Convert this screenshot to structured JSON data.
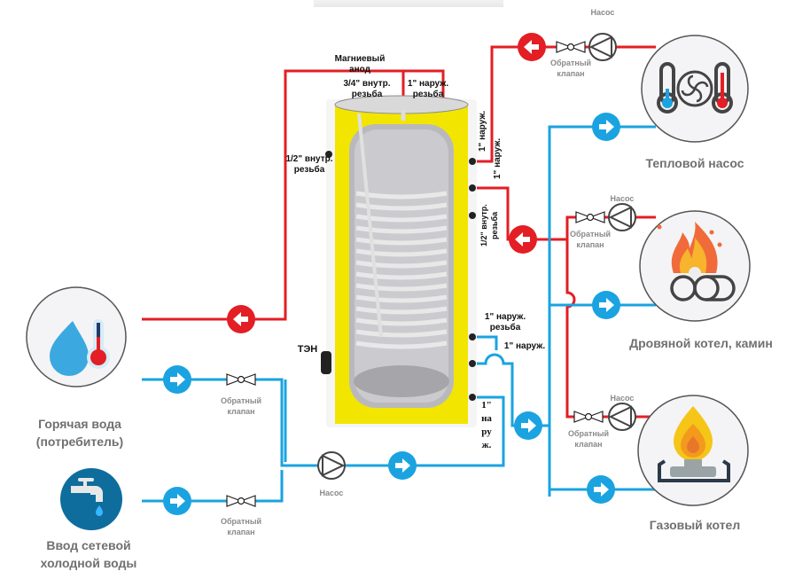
{
  "colors": {
    "hot": "#e31e24",
    "cold": "#1aa3e0",
    "tank_insulation": "#f2e500",
    "tank_steel": "#b8b8bc",
    "label_grey": "#7a7a7a",
    "circle_bg": "#f4f4f6"
  },
  "tank": {
    "anode_label": "Магниевый анод",
    "top_left_fitting": "3/4\" внутр. резьба",
    "top_right_fitting": "1\" наруж. резьба",
    "left_fitting": "1/2\" внутр. резьба",
    "right_fitting_1": "1\" наруж.",
    "right_fitting_2": "1\" наруж.",
    "right_fitting_3": "1/2\" внутр. резьба",
    "coil_top_fitting": "1\" наруж. резьба",
    "coil_mid_fitting": "1\" наруж.",
    "bottom_fitting": "1\" на ру ж.",
    "heater_label": "ТЭН"
  },
  "components": {
    "check_valve_label": "Обратный клапан",
    "pump_label": "Насос"
  },
  "devices": {
    "heat_pump": {
      "label": "Тепловой насос",
      "icon": "heat-pump-icon"
    },
    "wood_boiler": {
      "label": "Дровяной котел, камин",
      "icon": "fire-logs-icon"
    },
    "gas_boiler": {
      "label": "Газовый котел",
      "icon": "gas-burner-icon"
    },
    "hot_water": {
      "label_line1": "Горячая вода",
      "label_line2": "(потребитель)",
      "icon": "water-drop-thermometer-icon"
    },
    "cold_inlet": {
      "label_line1": "Ввод  сетевой",
      "label_line2": "холодной воды",
      "icon": "water-tap-icon"
    }
  }
}
